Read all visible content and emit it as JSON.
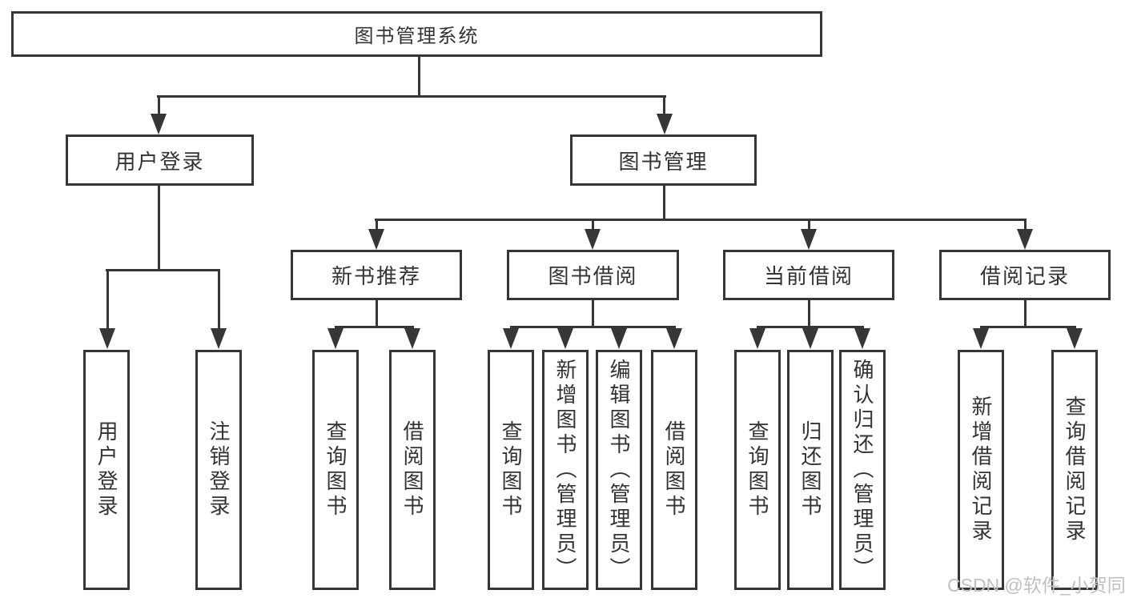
{
  "tree": {
    "label": "图书管理系统",
    "children": [
      {
        "label": "用户登录",
        "children": [
          {
            "label": "用户登录"
          },
          {
            "label": "注销登录"
          }
        ]
      },
      {
        "label": "图书管理",
        "children": [
          {
            "label": "新书推荐",
            "children": [
              {
                "label": "查询图书"
              },
              {
                "label": "借阅图书"
              }
            ]
          },
          {
            "label": "图书借阅",
            "children": [
              {
                "label": "查询图书"
              },
              {
                "label": "新增图书（管理员）"
              },
              {
                "label": "编辑图书（管理员）"
              },
              {
                "label": "借阅图书"
              }
            ]
          },
          {
            "label": "当前借阅",
            "children": [
              {
                "label": "查询图书"
              },
              {
                "label": "归还图书"
              },
              {
                "label": "确认归还（管理员）"
              }
            ]
          },
          {
            "label": "借阅记录",
            "children": [
              {
                "label": "新增借阅记录"
              },
              {
                "label": "查询借阅记录"
              }
            ]
          }
        ]
      }
    ]
  },
  "watermark": "CSDN @软件_小贺同学",
  "colors": {
    "line": "#363636",
    "text": "#333333",
    "background": "#ffffff",
    "watermark": "#c0c0c0"
  }
}
